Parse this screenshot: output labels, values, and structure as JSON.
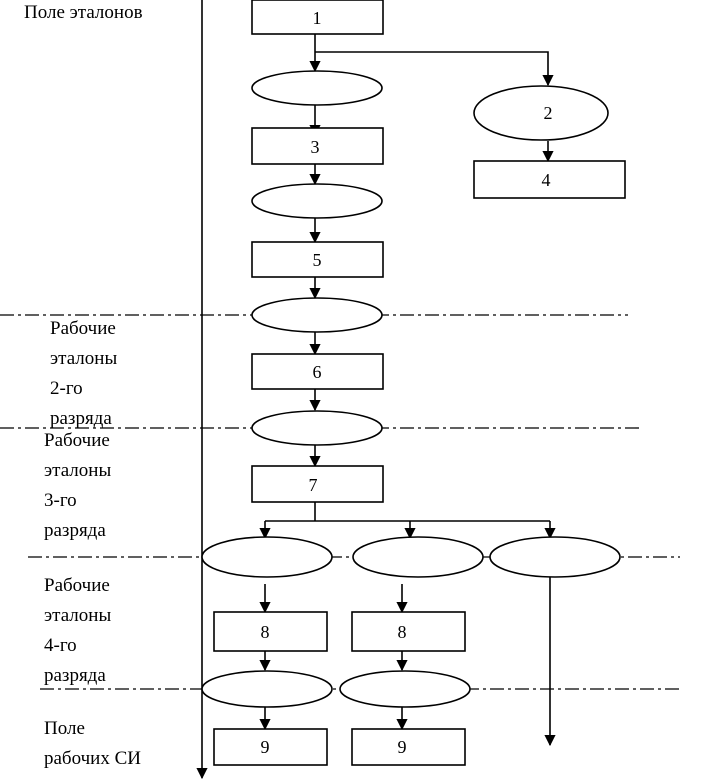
{
  "zones": {
    "standards_field": "Поле эталонов",
    "rank2": [
      "Рабочие",
      "эталоны",
      "2-го",
      "разряда"
    ],
    "rank3": [
      "Рабочие",
      "эталоны",
      "3-го",
      "разряда"
    ],
    "rank4": [
      "Рабочие",
      "эталоны",
      "4-го",
      "разряда"
    ],
    "working_field": [
      "Поле",
      "рабочих СИ"
    ]
  },
  "boxes": {
    "b1": "1",
    "b3": "3",
    "b4": "4",
    "b5": "5",
    "b6": "6",
    "b7": "7",
    "b8a": "8",
    "b8b": "8",
    "b9a": "9",
    "b9b": "9"
  },
  "ellipses": {
    "e2": "2"
  }
}
